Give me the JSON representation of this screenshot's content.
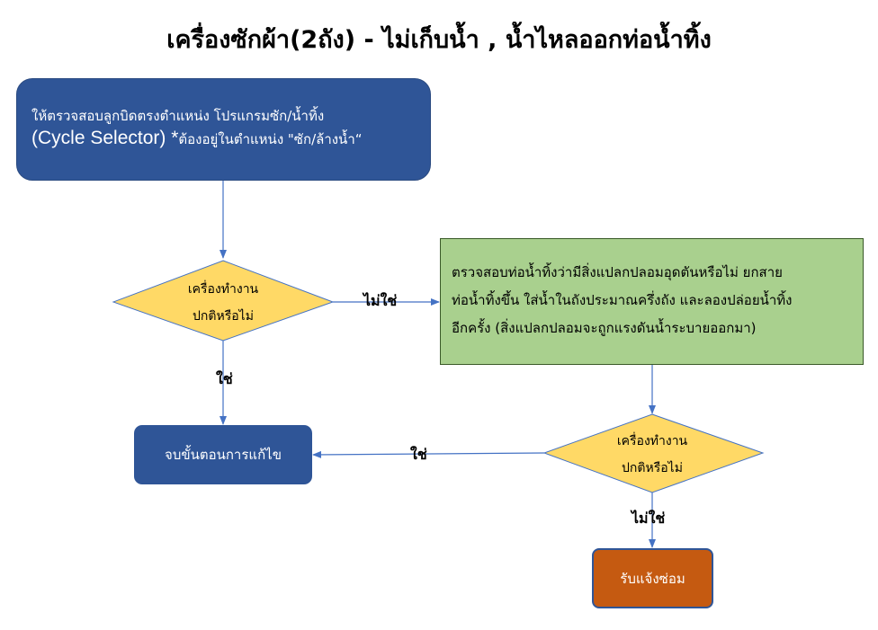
{
  "title": "เครื่องซักผ้า(2ถัง) - ไม่เก็บน้ำ , น้ำไหลออกท่อน้ำทิ้ง",
  "start_box": {
    "line1": "ให้ตรวจสอบลูกบิดตรงตำแหน่ง โปรแกรมซัก/น้ำทิ้ง",
    "line2_code": "(Cycle Selector) *",
    "line2_text": "ต้องอยู่ในตำแหน่ง \"ซัก/ล้างน้ำ“"
  },
  "decision1": {
    "line1": "เครื่องทำงาน",
    "line2": "ปกติหรือไม่"
  },
  "decision2": {
    "line1": "เครื่องทำงาน",
    "line2": "ปกติหรือไม่"
  },
  "check_box": {
    "line1": "ตรวจสอบท่อน้ำทิ้งว่ามีสิ่งแปลกปลอมอุดตันหรือไม่ ยกสาย",
    "line2": "ท่อน้ำทิ้งขึ้น ใส่น้ำในถังประมาณครึ่งถัง และลองปล่อยน้ำทิ้ง",
    "line3": "อีกครั้ง (สิ่งแปลกปลอมจะถูกแรงดันน้ำระบายออกมา)"
  },
  "end_box": {
    "label": "จบขั้นตอนการแก้ไข"
  },
  "repair_box": {
    "label": "รับแจ้งซ่อม"
  },
  "edges": {
    "d1_no": "ไม่ใช่",
    "d1_yes": "ใช่",
    "d2_yes": "ใช่",
    "d2_no": "ไม่ใช่"
  },
  "colors": {
    "start": "#2f5597",
    "decision": "#ffd966",
    "check": "#a9d08e",
    "end": "#2f5597",
    "repair": "#c55a11",
    "connector": "#4472c4"
  }
}
